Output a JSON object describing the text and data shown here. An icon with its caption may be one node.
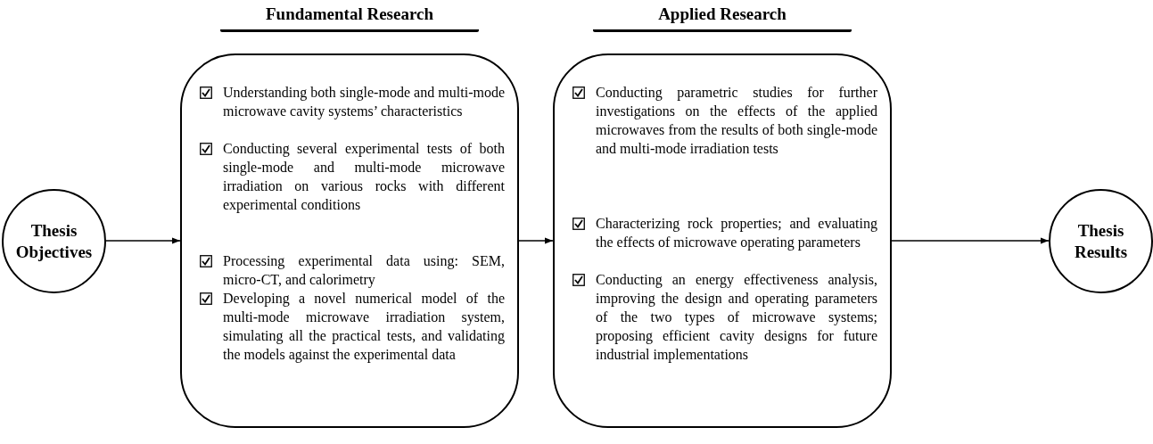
{
  "diagram": {
    "nodes": [
      {
        "text": [
          "Thesis Objectives"
        ]
      },
      {
        "text": [
          "Fundamental Research",
          "Understanding both single-mode and multi-mode microwave cavity systems’ characteristics",
          "Conducting several experimental tests of both single-mode and multi-mode microwave irradiation on various rocks with different experimental conditions",
          "Processing experimental data using: SEM, micro-CT, and calorimetry",
          "Developing a novel numerical model of the multi-mode microwave irradiation system, simulating all the practical tests, and validating the models against the experimental data"
        ]
      },
      {
        "text": [
          "Applied Research",
          "Conducting parametric studies for further investigations on the effects of the applied microwaves from the results of both single-mode and multi-mode irradiation tests",
          "Characterizing rock properties; and evaluating the effects of microwave operating parameters",
          "Conducting an energy effectiveness analysis, improving the design and operating parameters of the two types of microwave systems; proposing efficient cavity designs for future industrial implementations"
        ]
      },
      {
        "text": [
          "Thesis Results"
        ]
      }
    ],
    "edges": [
      {
        "from": 0,
        "to": 1,
        "arrow": "to"
      },
      {
        "from": 1,
        "to": 2,
        "arrow": "to"
      },
      {
        "from": 2,
        "to": 3,
        "arrow": "to"
      }
    ]
  }
}
